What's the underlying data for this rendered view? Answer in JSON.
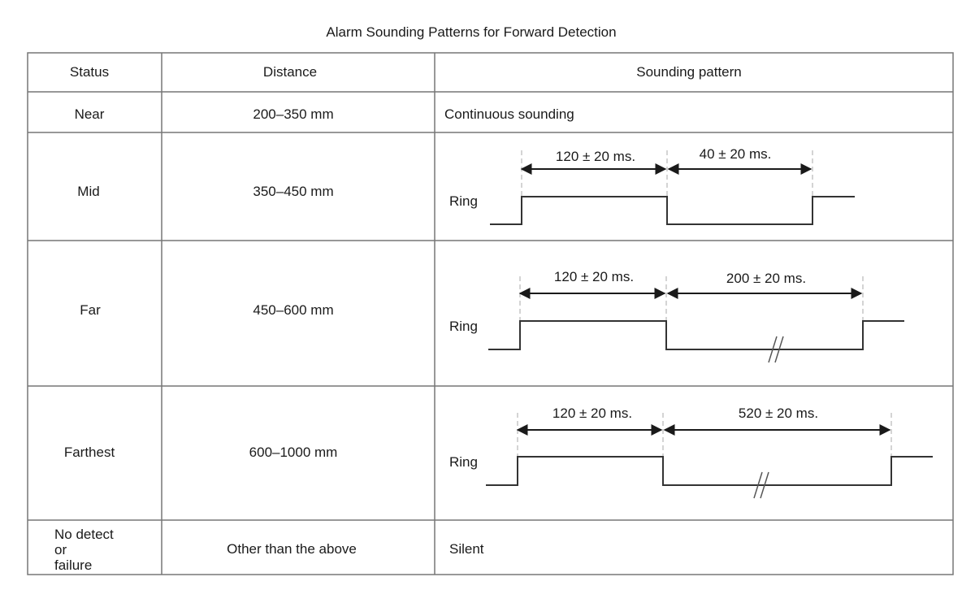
{
  "title": "Alarm Sounding Patterns for Forward Detection",
  "columns": [
    "Status",
    "Distance",
    "Sounding pattern"
  ],
  "rows": [
    {
      "status": "Near",
      "distance": "200–350 mm",
      "pattern_text": "Continuous sounding"
    },
    {
      "status": "Mid",
      "distance": "350–450 mm",
      "pattern": {
        "signal_label": "Ring",
        "on_time": "120 ± 20 ms.",
        "off_time": "40 ± 20 ms."
      }
    },
    {
      "status": "Far",
      "distance": "450–600 mm",
      "pattern": {
        "signal_label": "Ring",
        "on_time": "120 ± 20 ms.",
        "off_time": "200 ± 20 ms."
      }
    },
    {
      "status": "Farthest",
      "distance": "600–1000 mm",
      "pattern": {
        "signal_label": "Ring",
        "on_time": "120 ± 20 ms.",
        "off_time": "520 ± 20 ms."
      }
    },
    {
      "status_lines": [
        "No detect",
        "or",
        "failure"
      ],
      "distance": "Other than the above",
      "pattern_text": "Silent"
    }
  ]
}
